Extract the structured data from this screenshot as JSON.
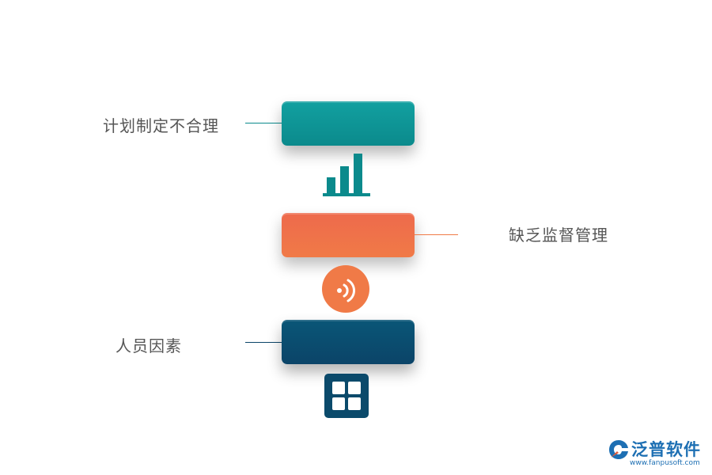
{
  "items": [
    {
      "label": "计划制定不合理",
      "color": "#0b8a8c",
      "icon": "bar-chart-icon"
    },
    {
      "label": "缺乏监督管理",
      "color": "#f07a47",
      "icon": "signal-waves-icon"
    },
    {
      "label": "人员因素",
      "color": "#0b4468",
      "icon": "grid-icon"
    }
  ],
  "logo": {
    "name": "泛普软件",
    "url": "www.fanpusoft.com",
    "color": "#1d6fb3"
  }
}
